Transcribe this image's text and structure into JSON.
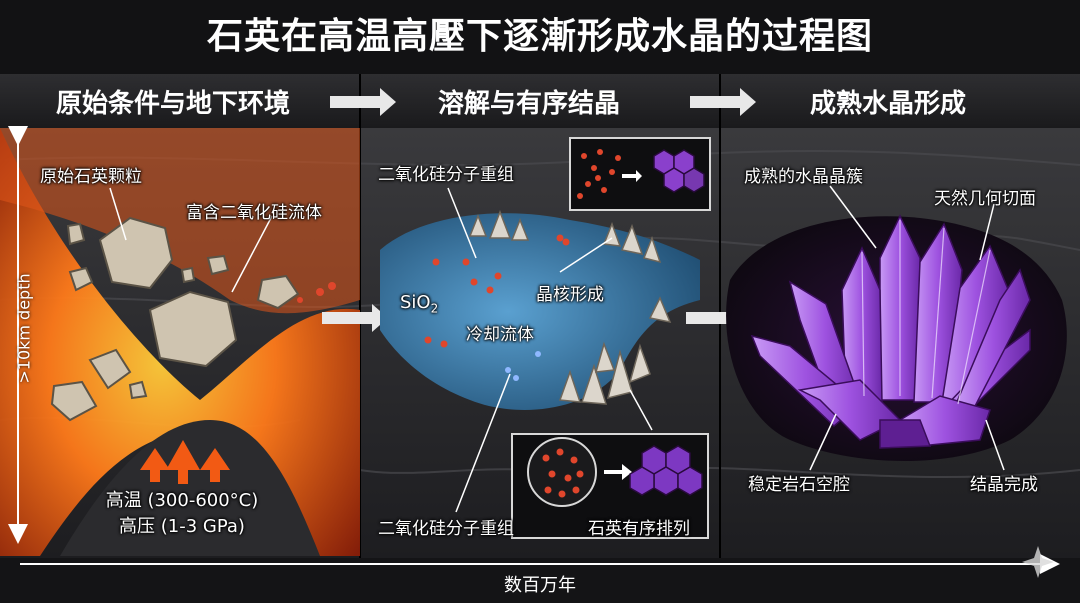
{
  "title": "石英在高温高壓下逐漸形成水晶的过程图",
  "stages": [
    "原始条件与地下环境",
    "溶解与有序结晶",
    "成熟水晶形成"
  ],
  "labels": {
    "raw_grains": "原始石英颗粒",
    "silica_fluid": "富含二氧化硅流体",
    "regroup_top": "二氧化硅分子重组",
    "sio2_main": "SiO",
    "sio2_sub": "2",
    "nucleation": "晶核形成",
    "cooling_fluid": "冷却流体",
    "regroup_bottom": "二氧化硅分子重组",
    "ordered_arrangement": "石英有序排列",
    "cluster": "成熟的水晶晶簇",
    "natural_facets": "天然几何切面",
    "stable_cavity": "稳定岩石空腔",
    "crystal_complete": "结晶完成"
  },
  "conditions": {
    "temperature": "高温 (300-600°C)",
    "pressure": "高压 (1-3 GPa)"
  },
  "axes": {
    "depth": ">10km depth",
    "time": "数百万年"
  },
  "colors": {
    "background": "#101012",
    "magma": "#ff6a1a",
    "fluid": "#3c7fb0",
    "crystal": "#a355e6",
    "arrow": "#e8e8e8"
  },
  "icons": [
    "arrow-right-icon",
    "arrow-up-icon",
    "sparkle-icon"
  ]
}
